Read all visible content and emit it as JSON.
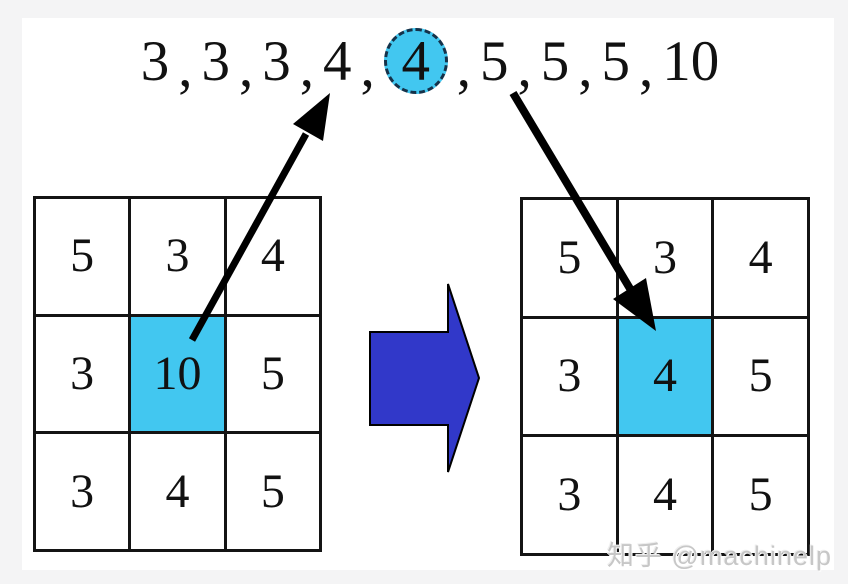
{
  "figure": {
    "sequence": {
      "values": [
        "3",
        "3",
        "3",
        "4",
        "4",
        "5",
        "5",
        "5",
        "10"
      ],
      "separator": ",",
      "circled_index": 4,
      "circle_fill": "#42c7f0"
    },
    "before_grid": {
      "rows": [
        [
          "5",
          "3",
          "4"
        ],
        [
          "3",
          "10",
          "5"
        ],
        [
          "3",
          "4",
          "5"
        ]
      ],
      "highlight_value": "10",
      "highlight_fill": "#42c7f0"
    },
    "after_grid": {
      "rows": [
        [
          "5",
          "3",
          "4"
        ],
        [
          "3",
          "4",
          "5"
        ],
        [
          "3",
          "4",
          "5"
        ]
      ],
      "highlight_value": "4",
      "highlight_fill": "#42c7f0"
    },
    "block_arrow": {
      "direction": "right",
      "fill": "#3138c9"
    },
    "colors": {
      "grid_line": "#141414",
      "arrow_black": "#000000",
      "watermark_gray": "#c7c7c7"
    },
    "watermark": {
      "text": "知乎 @machinelp"
    }
  }
}
